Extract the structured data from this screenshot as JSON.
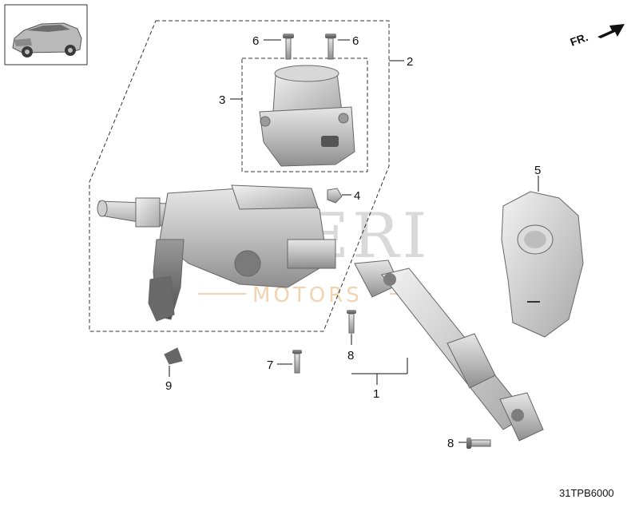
{
  "diagram": {
    "direction_indicator": "FR.",
    "watermark": {
      "line1": "ERI",
      "line2": "MOTORS"
    },
    "drawing_code": "31TPB6000",
    "callouts": [
      "6",
      "6",
      "2",
      "3",
      "4",
      "5",
      "7",
      "8",
      "8",
      "1",
      "9"
    ],
    "icons": [
      "vehicle-thumbnail-icon",
      "front-arrow-icon"
    ]
  }
}
